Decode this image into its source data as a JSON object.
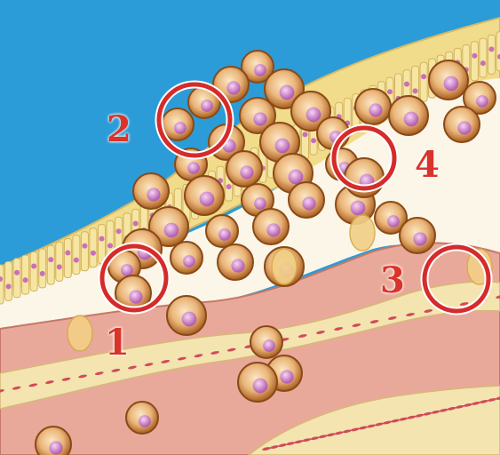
{
  "markers": [
    {
      "id": "1",
      "label": "1"
    },
    {
      "id": "2",
      "label": "2"
    },
    {
      "id": "3",
      "label": "3"
    },
    {
      "id": "4",
      "label": "4"
    }
  ],
  "colors": {
    "sky": "#2b9cd8",
    "epithelium": "#f0dc8a",
    "lumen": "#fbf6e8",
    "tissue": "#e9a99a",
    "cell_shell": "#c9782f",
    "cell_core": "#f3d6a9",
    "nucleus": "#d78fd0",
    "fiber": "#f3e4b0",
    "marker_ring": "#d62b2b",
    "marker_text": "#d9332a"
  }
}
